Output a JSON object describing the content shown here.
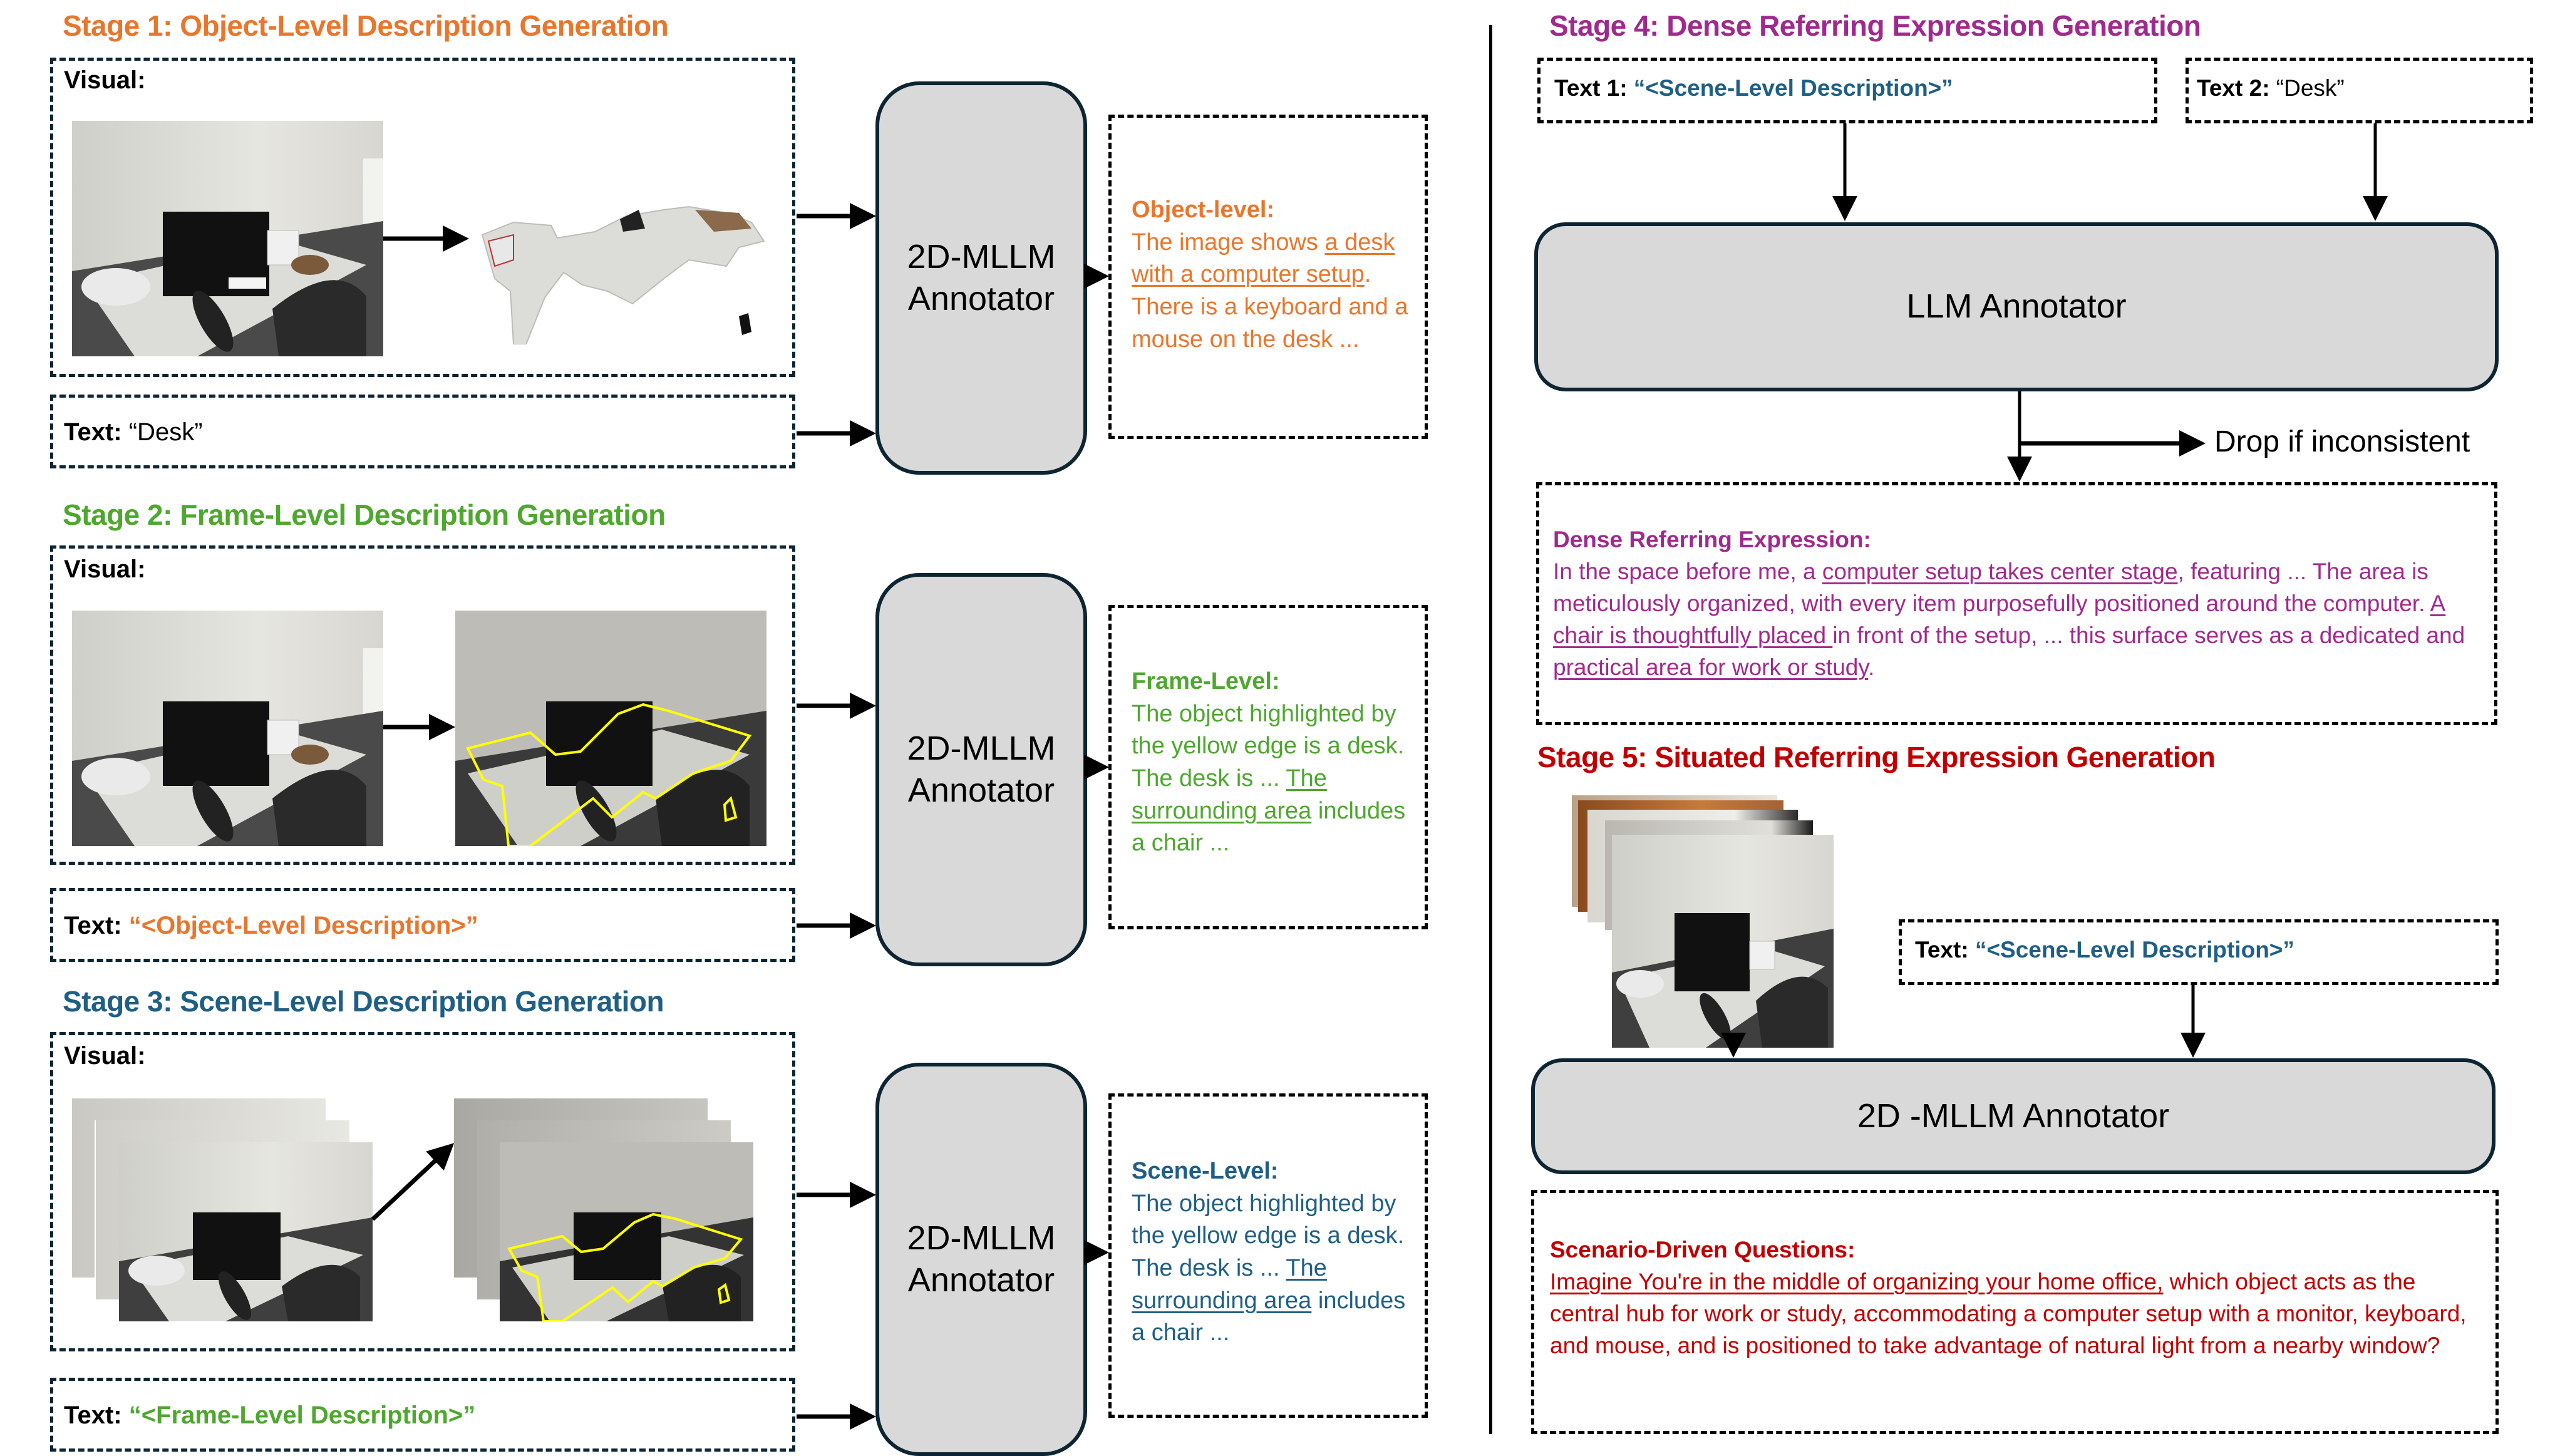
{
  "colors": {
    "stage1": "#e8762c",
    "stage2": "#4ea72e",
    "stage3": "#1f5f86",
    "stage4": "#a0298e",
    "stage5": "#c00000",
    "annotator_fill": "#d9d9d9",
    "annotator_border": "#0d2533",
    "highlight_edge": "#ffff00"
  },
  "stage1": {
    "title": "Stage 1: Object-Level Description Generation",
    "visual_label": "Visual:",
    "text_label": "Text:",
    "text_value": "“Desk”",
    "annotator": [
      "2D-MLLM",
      "Annotator"
    ],
    "output": {
      "heading": "Object-level:",
      "parts": [
        {
          "t": "The image shows ",
          "u": false
        },
        {
          "t": "a desk with a computer setup",
          "u": true
        },
        {
          "t": ". There is a keyboard and a mouse on the desk ...",
          "u": false
        }
      ]
    }
  },
  "stage2": {
    "title": "Stage 2: Frame-Level Description Generation",
    "visual_label": "Visual:",
    "text_label": "Text:",
    "text_value": "“<Object-Level Description>”",
    "annotator": [
      "2D-MLLM",
      "Annotator"
    ],
    "output": {
      "heading": "Frame-Level:",
      "parts": [
        {
          "t": "The object highlighted by the yellow edge is a desk. The desk is ... ",
          "u": false
        },
        {
          "t": "The surrounding area",
          "u": true
        },
        {
          "t": " includes a chair ...",
          "u": false
        }
      ]
    }
  },
  "stage3": {
    "title": "Stage 3: Scene-Level Description Generation",
    "visual_label": "Visual:",
    "text_label": "Text:",
    "text_value": "“<Frame-Level Description>”",
    "annotator": [
      "2D-MLLM",
      "Annotator"
    ],
    "output": {
      "heading": "Scene-Level:",
      "parts": [
        {
          "t": "The object highlighted by the yellow edge is a desk. The desk is ... ",
          "u": false
        },
        {
          "t": "The surrounding area",
          "u": true
        },
        {
          "t": " includes a chair ...",
          "u": false
        }
      ]
    }
  },
  "stage4": {
    "title": "Stage 4: Dense Referring Expression Generation",
    "text1_label": "Text 1:",
    "text1_value": "“<Scene-Level Description>”",
    "text2_label": "Text 2:",
    "text2_value": "“Desk”",
    "annotator": "LLM Annotator",
    "drop_label": "Drop if inconsistent",
    "output": {
      "heading": "Dense Referring Expression:",
      "parts": [
        {
          "t": "In the space before me, a ",
          "u": false
        },
        {
          "t": "computer setup takes center stage",
          "u": true
        },
        {
          "t": ", featuring ... The area is meticulously organized, with every item purposefully positioned around the computer. ",
          "u": false
        },
        {
          "t": "A chair is thoughtfully placed ",
          "u": true
        },
        {
          "t": "in front of the setup, ... this surface serves as a dedicated and ",
          "u": false
        },
        {
          "t": "practical area for work or study",
          "u": true
        },
        {
          "t": ".",
          "u": false
        }
      ]
    }
  },
  "stage5": {
    "title": "Stage 5: Situated Referring Expression Generation",
    "text_label": "Text:",
    "text_value": "“<Scene-Level Description>”",
    "annotator": "2D -MLLM Annotator",
    "output": {
      "heading": "Scenario-Driven Questions:",
      "parts": [
        {
          "t": "Imagine You're in the middle of organizing your home office,",
          "u": true
        },
        {
          "t": " which object acts as the central hub for work or study, accommodating a computer setup with a monitor, keyboard, and mouse, and is positioned to take advantage of natural light from a nearby window?",
          "u": false
        }
      ]
    }
  }
}
